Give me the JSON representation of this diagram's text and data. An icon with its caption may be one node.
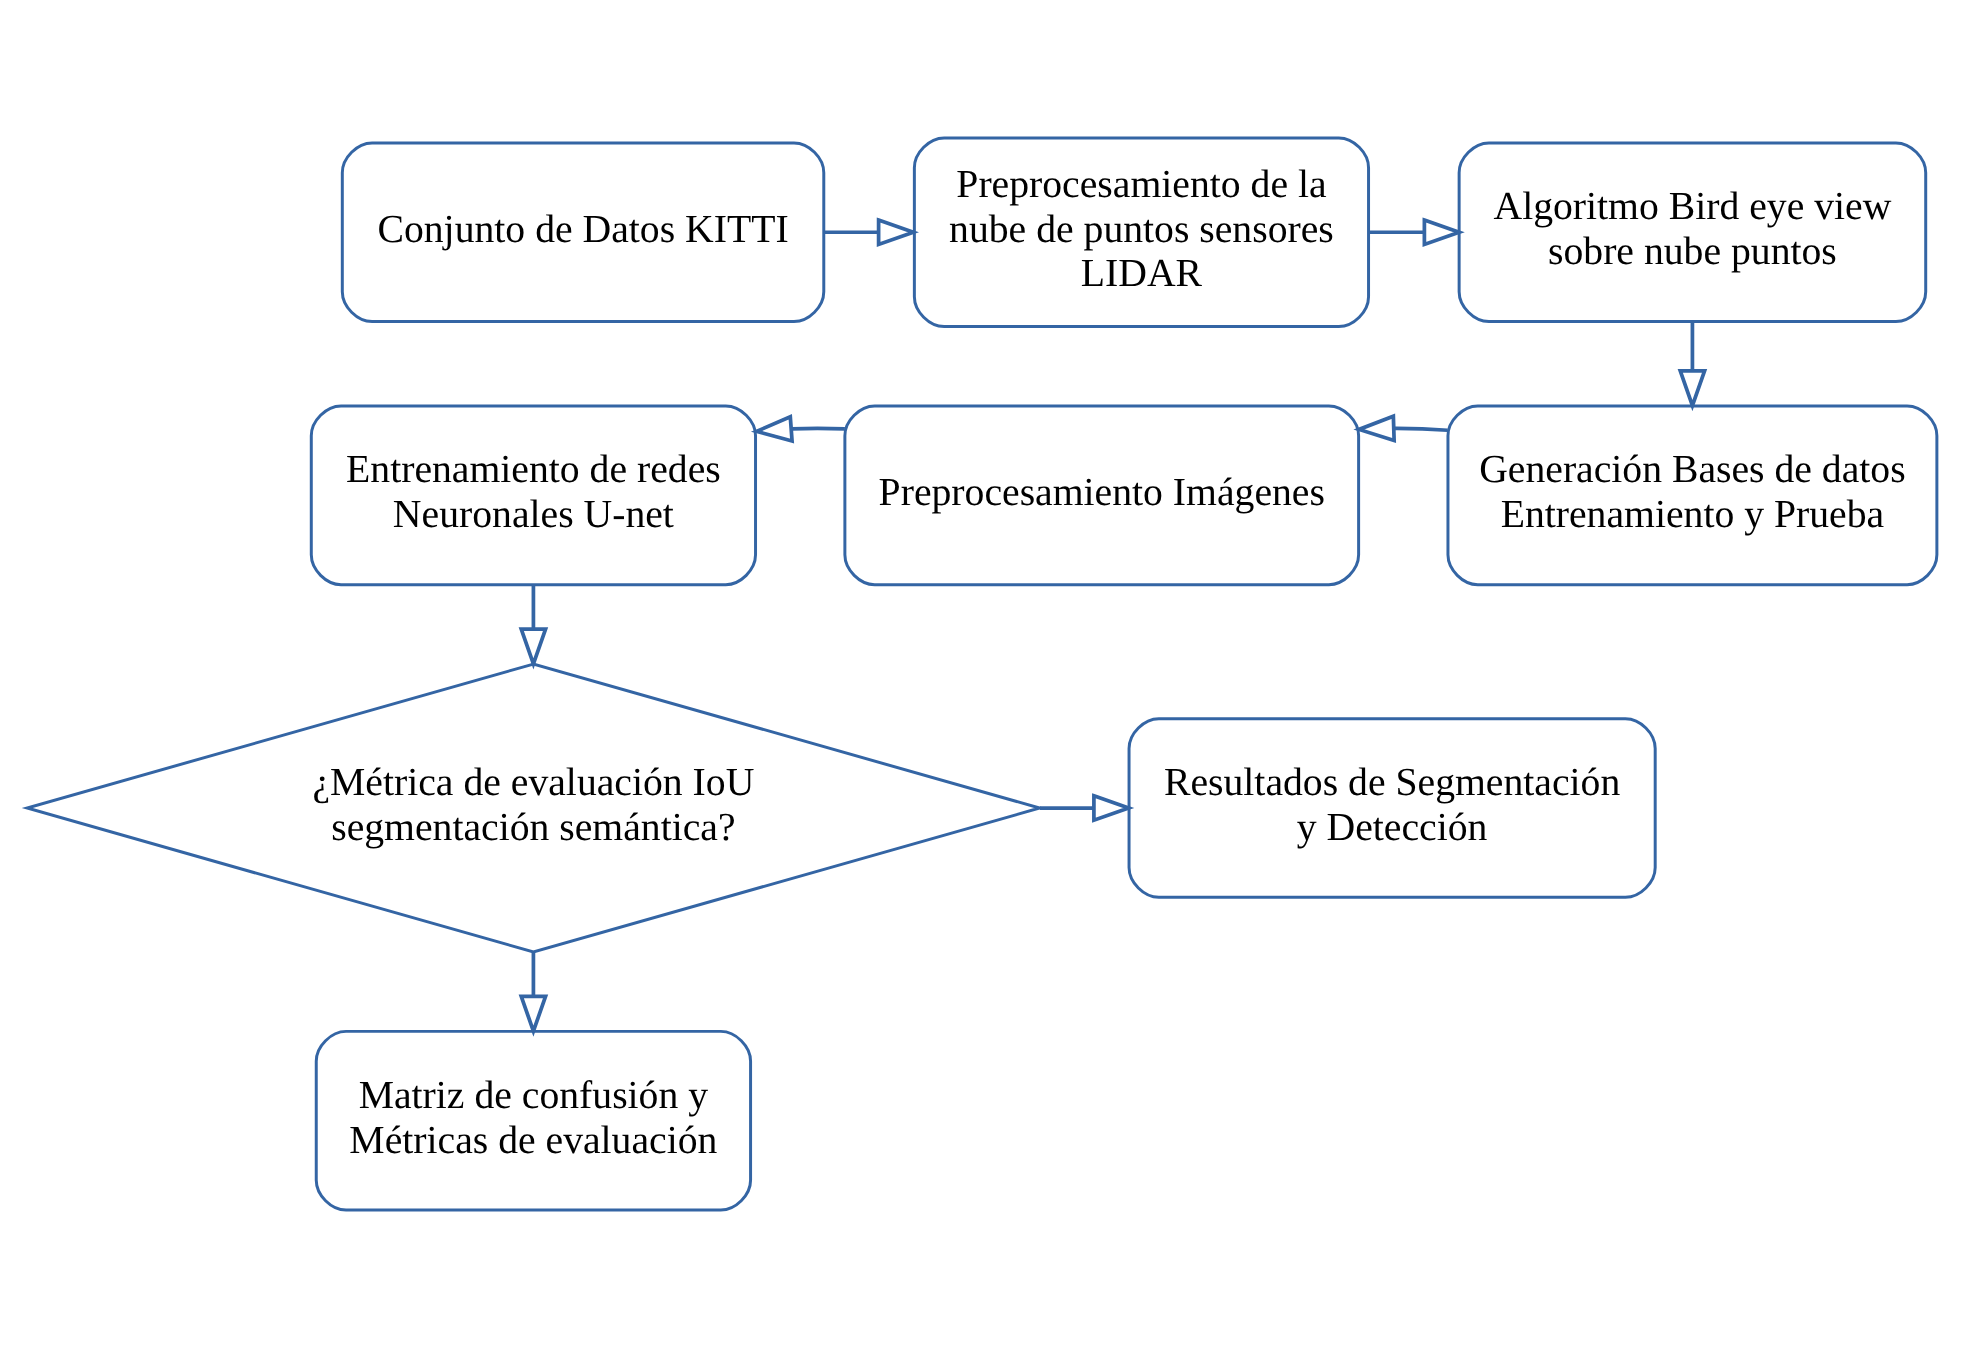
{
  "diagram": {
    "nodes": [
      {
        "text": [
          "Conjunto de Datos KITTI"
        ]
      },
      {
        "text": [
          "Preprocesamiento de la nube de puntos sensores LIDAR"
        ]
      },
      {
        "text": [
          "Algoritmo Bird eye view sobre nube puntos"
        ]
      },
      {
        "text": [
          "Entrenamiento de redes Neuronales U-net"
        ]
      },
      {
        "text": [
          "Preprocesamiento Imágenes"
        ]
      },
      {
        "text": [
          "Generación Bases de datos Entrenamiento y Prueba"
        ]
      },
      {
        "text": [
          "¿Métrica de evaluación IoU segmentación semántica?"
        ]
      },
      {
        "text": [
          "Resultados de Segmentación y Detección"
        ]
      },
      {
        "text": [
          "Matriz de confusión y Métricas de evaluación"
        ]
      }
    ],
    "edges": [
      {
        "from": 0,
        "to": 1,
        "arrow": "to"
      },
      {
        "from": 1,
        "to": 2,
        "arrow": "to"
      },
      {
        "from": 2,
        "to": 5,
        "arrow": "to"
      },
      {
        "from": 5,
        "to": 4,
        "arrow": "to"
      },
      {
        "from": 4,
        "to": 3,
        "arrow": "to"
      },
      {
        "from": 3,
        "to": 6,
        "arrow": "to"
      },
      {
        "from": 6,
        "to": 7,
        "arrow": "to"
      },
      {
        "from": 6,
        "to": 8,
        "arrow": "to"
      }
    ]
  }
}
